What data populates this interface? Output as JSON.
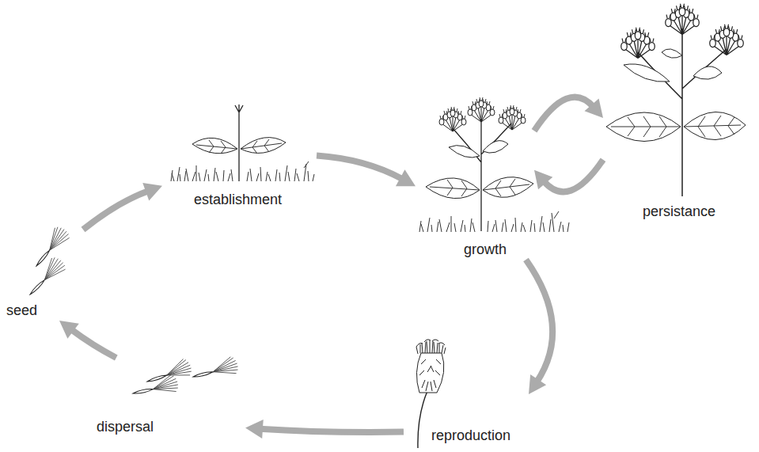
{
  "diagram": {
    "nodes": [
      {
        "text": [
          "seed"
        ]
      },
      {
        "text": [
          "establishment"
        ]
      },
      {
        "text": [
          "growth"
        ]
      },
      {
        "text": [
          "persistance"
        ]
      },
      {
        "text": [
          "reproduction"
        ]
      },
      {
        "text": [
          "dispersal"
        ]
      }
    ],
    "edges": [
      {
        "from": 0,
        "to": 1,
        "arrow": "to"
      },
      {
        "from": 1,
        "to": 2,
        "arrow": "to"
      },
      {
        "from": 2,
        "to": 3,
        "arrow": "to"
      },
      {
        "from": 3,
        "to": 2,
        "arrow": "to"
      },
      {
        "from": 2,
        "to": 4,
        "arrow": "to"
      },
      {
        "from": 4,
        "to": 5,
        "arrow": "to"
      },
      {
        "from": 5,
        "to": 0,
        "arrow": "to"
      }
    ]
  }
}
